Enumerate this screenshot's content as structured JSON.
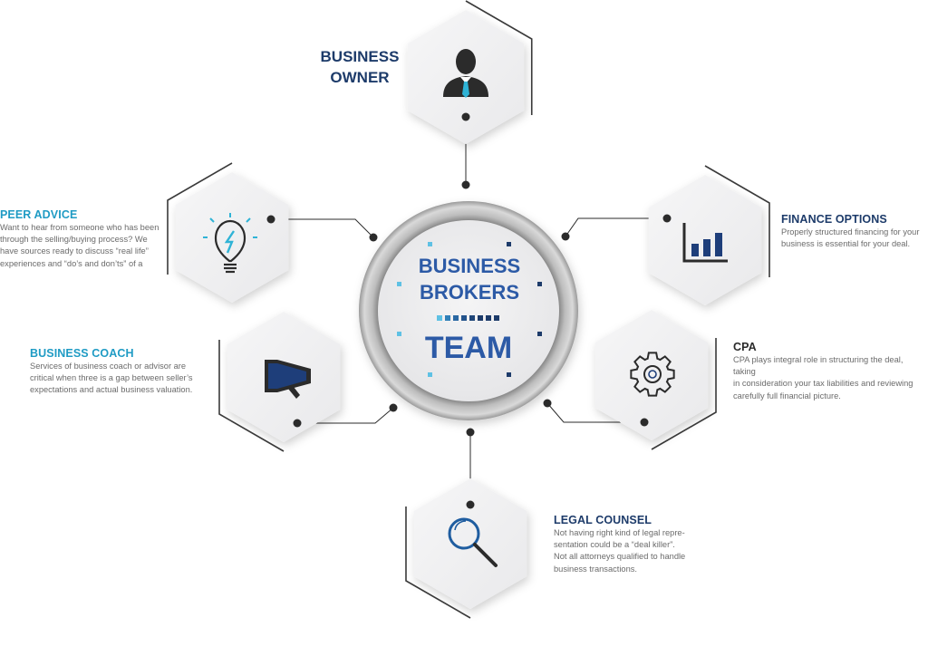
{
  "center": {
    "line1": "BUSINESS",
    "line2": "BROKERS",
    "line3": "TEAM"
  },
  "nodes": {
    "owner": {
      "title_line1": "BUSINESS",
      "title_line2": "OWNER",
      "icon": "businessman-icon"
    },
    "peer": {
      "title": "PEER ADVICE",
      "lines": [
        "Want to hear from someone who has been",
        "through the selling/buying process? We",
        "have sources ready to discuss “real life”",
        "experiences and “do’s and don’ts” of a"
      ],
      "icon": "lightbulb-icon"
    },
    "coach": {
      "title": "BUSINESS COACH",
      "lines": [
        "Services of business coach or advisor are",
        "critical when three is a gap between seller’s",
        "expectations and actual business valuation."
      ],
      "icon": "megaphone-icon"
    },
    "finance": {
      "title": "FINANCE OPTIONS",
      "lines": [
        "Properly structured financing for your",
        "business is essential for your deal."
      ],
      "icon": "bar-chart-icon"
    },
    "cpa": {
      "title": "CPA",
      "lines": [
        "CPA plays integral role in structuring the deal, taking",
        "in consideration your tax liabilities and reviewing",
        "carefully full financial picture."
      ],
      "icon": "gear-icon"
    },
    "legal": {
      "title": "LEGAL COUNSEL",
      "lines": [
        "Not having right kind of legal repre-",
        "sentation could be a “deal killer”.",
        "Not all attorneys qualified to handle",
        "business transactions."
      ],
      "icon": "magnifier-icon"
    }
  },
  "colors": {
    "navy": "#1d3b6a",
    "teal": "#1f9bc4",
    "dark": "#2b2b2b",
    "body_text": "#6b6b6b",
    "hex_fill": "#f2f2f3",
    "ring": "#8a8a8a"
  }
}
